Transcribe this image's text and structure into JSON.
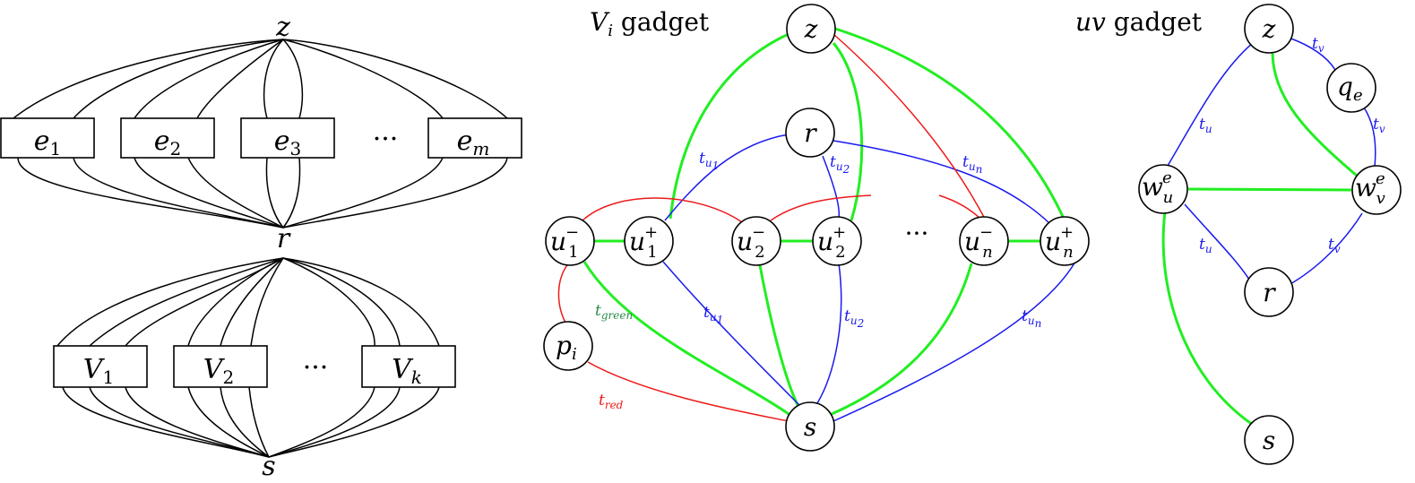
{
  "left": {
    "top_apex": "z",
    "middle": "r",
    "bottom_apex": "s",
    "e_boxes": [
      {
        "base": "e",
        "sub": "1"
      },
      {
        "base": "e",
        "sub": "2"
      },
      {
        "base": "e",
        "sub": "3"
      },
      {
        "base": "e",
        "sub": "m"
      }
    ],
    "e_dots": "···",
    "v_boxes": [
      {
        "base": "V",
        "sub": "1"
      },
      {
        "base": "V",
        "sub": "2"
      },
      {
        "base": "V",
        "sub": "k"
      }
    ],
    "v_dots": "···"
  },
  "vi_gadget": {
    "title_base": "V",
    "title_sub": "i",
    "title_rest": " gadget",
    "z": "z",
    "r": "r",
    "s": "s",
    "p": {
      "base": "p",
      "sub": "i"
    },
    "u1m": {
      "base": "u",
      "sub": "1",
      "sup": "−"
    },
    "u1p": {
      "base": "u",
      "sub": "1",
      "sup": "+"
    },
    "u2m": {
      "base": "u",
      "sub": "2",
      "sup": "−"
    },
    "u2p": {
      "base": "u",
      "sub": "2",
      "sup": "+"
    },
    "unm": {
      "base": "u",
      "sub": "n",
      "sup": "−"
    },
    "unp": {
      "base": "u",
      "sub": "n",
      "sup": "+"
    },
    "dots": "···",
    "edge_labels": {
      "tu1_top": {
        "t": "t",
        "sub": "u",
        "subsub": "1"
      },
      "tu2_top": {
        "t": "t",
        "sub": "u",
        "subsub": "2"
      },
      "tun_top": {
        "t": "t",
        "sub": "u",
        "subsub": "n"
      },
      "tu1_bot": {
        "t": "t",
        "sub": "u",
        "subsub": "1"
      },
      "tu2_bot": {
        "t": "t",
        "sub": "u",
        "subsub": "2"
      },
      "tun_bot": {
        "t": "t",
        "sub": "u",
        "subsub": "n"
      },
      "tgreen": {
        "t": "t",
        "sub": "green"
      },
      "tred": {
        "t": "t",
        "sub": "red"
      }
    }
  },
  "uv_gadget": {
    "title_base": "uv",
    "title_rest": " gadget",
    "z": "z",
    "q": {
      "base": "q",
      "sub": "e"
    },
    "wu": {
      "base": "w",
      "sub": "u",
      "sup": "e"
    },
    "wv": {
      "base": "w",
      "sub": "v",
      "sup": "e"
    },
    "r": "r",
    "s": "s",
    "edge_labels": {
      "tv_top": {
        "t": "t",
        "sub": "v"
      },
      "tu_upper": {
        "t": "t",
        "sub": "u"
      },
      "tv_right": {
        "t": "t",
        "sub": "v"
      },
      "tu_lower": {
        "t": "t",
        "sub": "u"
      },
      "tv_lower": {
        "t": "t",
        "sub": "v"
      }
    }
  },
  "colors": {
    "green_edge": "#22ee22",
    "blue_edge": "#1a1aee",
    "red_edge": "#ee1a1a",
    "green_label": "#2a8a4a"
  }
}
